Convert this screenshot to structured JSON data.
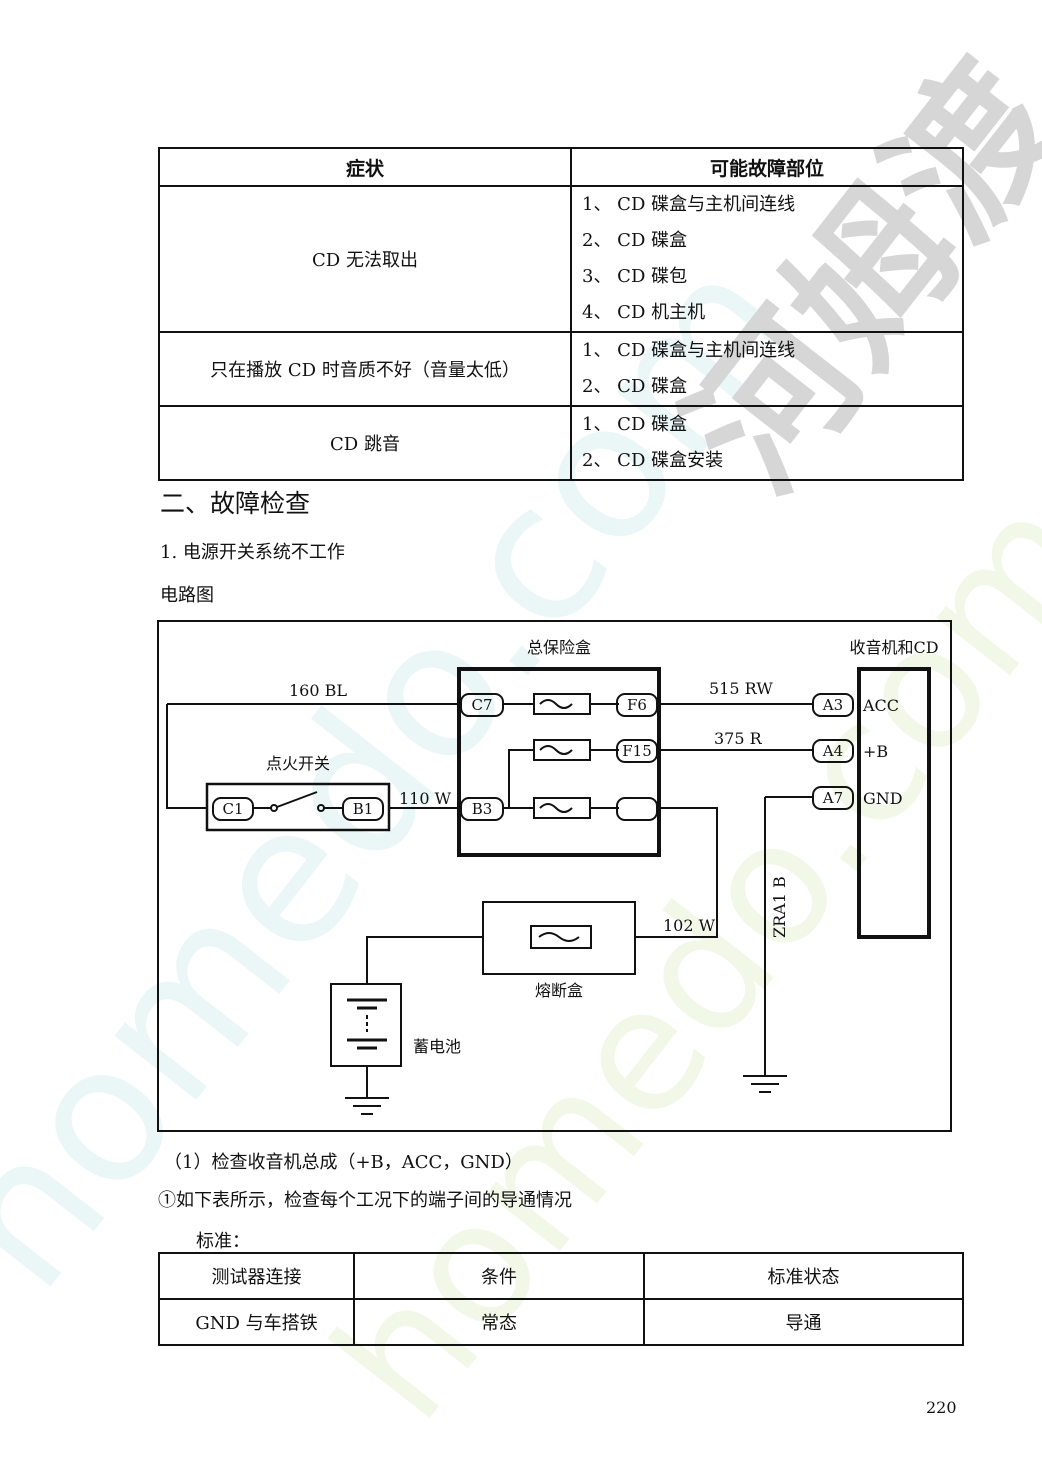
{
  "fault_table": {
    "headers": [
      "症状",
      "可能故障部位"
    ],
    "rows": [
      {
        "symptom": "CD 无法取出",
        "causes": [
          "1、 CD 碟盒与主机间连线",
          "2、 CD 碟盒",
          "3、 CD 碟包",
          "4、 CD 机主机"
        ]
      },
      {
        "symptom": "只在播放 CD 时音质不好（音量太低）",
        "causes": [
          "1、 CD 碟盒与主机间连线",
          "2、 CD 碟盒"
        ]
      },
      {
        "symptom": "CD 跳音",
        "causes": [
          "1、 CD 碟盒",
          "2、 CD 碟盒安装"
        ]
      }
    ]
  },
  "section_heading": "二、故障检查",
  "subsection": "1. 电源开关系统不工作",
  "diagram_label": "电路图",
  "circuit": {
    "fuse_box_title": "总保险盒",
    "radio_title": "收音机和CD",
    "ignition_label": "点火开关",
    "fusible_link_label": "熔断盒",
    "battery_label": "蓄电池",
    "connectors": {
      "c7": "C7",
      "f6": "F6",
      "f15": "F15",
      "b3": "B3",
      "c1": "C1",
      "b1": "B1",
      "a3": "A3",
      "a4": "A4",
      "a7": "A7"
    },
    "pins": {
      "acc": "ACC",
      "b": "+B",
      "gnd": "GND"
    },
    "wires": {
      "w160": "160  BL",
      "w110": "110  W",
      "w515": "515  RW",
      "w375": "375   R",
      "w102": "102  W",
      "zra1": "ZRA1  B"
    }
  },
  "check_item": "（1）检查收音机总成（+B，ACC，GND）",
  "check_step": "①如下表所示，检查每个工况下的端子间的导通情况",
  "standard_label": "标准：",
  "std_table": {
    "headers": [
      "测试器连接",
      "条件",
      "标准状态"
    ],
    "rows": [
      [
        "GND 与车搭铁",
        "常态",
        "导通"
      ]
    ]
  },
  "page_number": "220",
  "watermark": {
    "text_latin": "homedo.com",
    "text_cn": "河姆渡",
    "color": "#e9f6f6"
  }
}
